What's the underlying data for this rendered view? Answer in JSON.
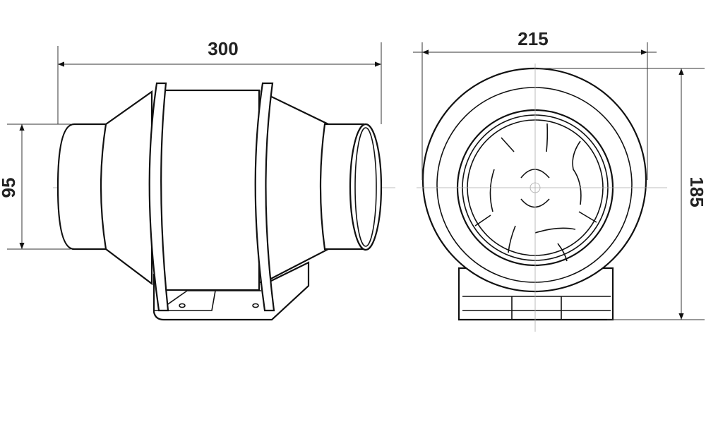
{
  "dimensions": {
    "length": "300",
    "width": "215",
    "duct_diameter": "95",
    "height": "185"
  }
}
